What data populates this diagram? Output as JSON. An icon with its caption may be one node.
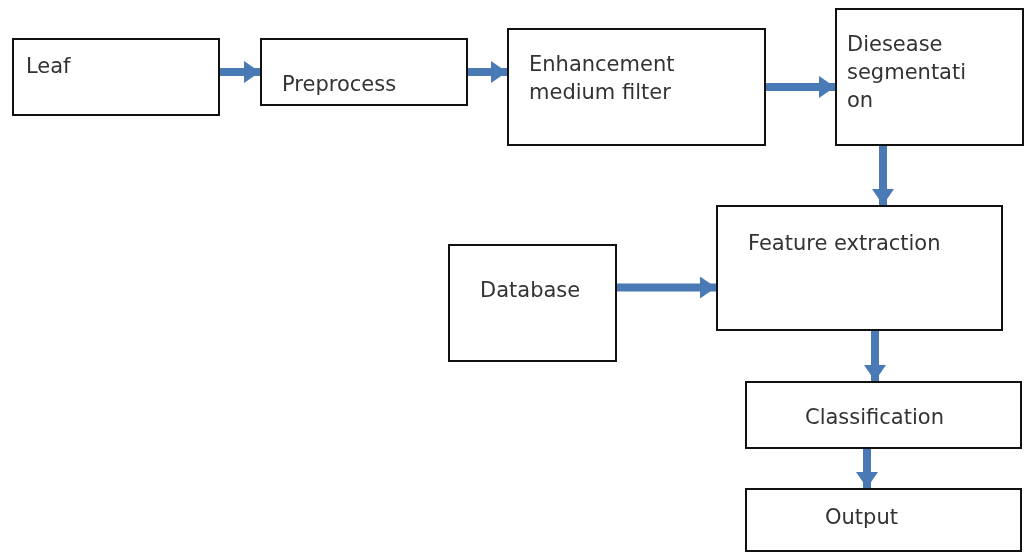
{
  "diagram": {
    "nodes": [
      {
        "text": [
          "Leaf"
        ]
      },
      {
        "text": [
          "Preprocess"
        ]
      },
      {
        "text": [
          "Enhancement medium filter"
        ]
      },
      {
        "text": [
          "Diesease segmentati on"
        ]
      },
      {
        "text": [
          "Database"
        ]
      },
      {
        "text": [
          "Feature extraction"
        ]
      },
      {
        "text": [
          "Classification"
        ]
      },
      {
        "text": [
          "Output"
        ]
      }
    ],
    "edges": [
      {
        "from": 0,
        "to": 1,
        "arrow": "to"
      },
      {
        "from": 1,
        "to": 2,
        "arrow": "to"
      },
      {
        "from": 2,
        "to": 3,
        "arrow": "to"
      },
      {
        "from": 3,
        "to": 5,
        "arrow": "to"
      },
      {
        "from": 4,
        "to": 5,
        "arrow": "to"
      },
      {
        "from": 5,
        "to": 6,
        "arrow": "to"
      },
      {
        "from": 6,
        "to": 7,
        "arrow": "to"
      }
    ]
  }
}
